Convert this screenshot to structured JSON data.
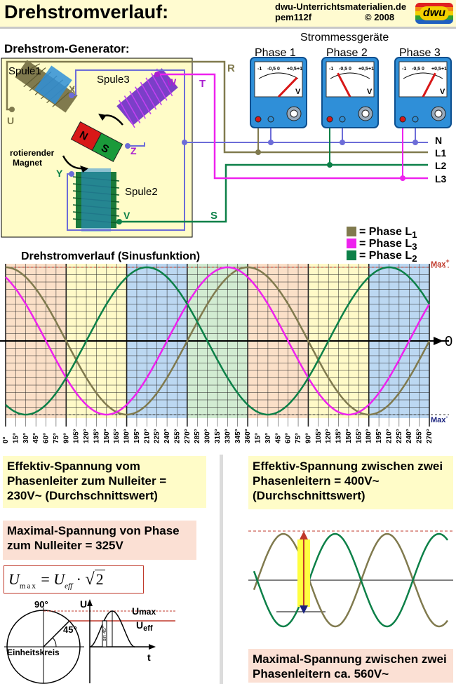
{
  "header": {
    "title": "Drehstromverlauf:",
    "site": "dwu-Unterrichtsmaterialien.de",
    "code": "pem112f",
    "copyright": "© 2008",
    "logo_text": "dwu"
  },
  "generator": {
    "title": "Drehstrom-Generator:",
    "coil1": "Spule1",
    "coil2": "Spule2",
    "coil3": "Spule3",
    "magnet_label": "rotierender Magnet",
    "magnet_n": "N",
    "magnet_s": "S",
    "terminals": {
      "U": "U",
      "X": "X",
      "V": "V",
      "Y": "Y",
      "W": "W",
      "Z": "Z"
    },
    "lines": {
      "R": "R",
      "S": "S",
      "T": "T"
    }
  },
  "meters": {
    "title": "Strommessgeräte",
    "phases": [
      "Phase 1",
      "Phase 2",
      "Phase 3"
    ],
    "scale": [
      "-1",
      "-0,5",
      "0",
      "+0,5",
      "+1"
    ],
    "unit": "V",
    "needle_values": [
      0.8,
      -0.5,
      0.5
    ]
  },
  "conductors": [
    "N",
    "L1",
    "L2",
    "L3"
  ],
  "legend": [
    {
      "label": "= Phase L",
      "sub": "1",
      "color": "#807a4e"
    },
    {
      "label": "= Phase L",
      "sub": "3",
      "color": "#ee22ee"
    },
    {
      "label": "= Phase L",
      "sub": "2",
      "color": "#0c8048"
    }
  ],
  "chart": {
    "title": "Drehstromverlauf (Sinusfunktion)",
    "max_plus": "Max",
    "max_plus_sup": "+",
    "max_minus": "Max",
    "max_minus_sup": "-",
    "zero": "0",
    "angle_labels": [
      "0°",
      "15°",
      "30°",
      "45°",
      "60°",
      "75°",
      "90°",
      "105°",
      "120°",
      "135°",
      "150°",
      "165°",
      "180°",
      "195°",
      "210°",
      "225°",
      "240°",
      "255°",
      "270°",
      "285°",
      "300°",
      "315°",
      "330°",
      "345°",
      "360°",
      "15°",
      "30°",
      "45°",
      "60°",
      "75°",
      "90°",
      "105°",
      "120°",
      "135°",
      "150°",
      "165°",
      "180°",
      "195°",
      "210°",
      "225°",
      "240°",
      "255°",
      "270°"
    ],
    "phase_offsets_deg": {
      "L1": 90,
      "L2": -120,
      "L3": 120
    }
  },
  "chart_data": {
    "type": "line",
    "x": [
      0,
      15,
      30,
      45,
      60,
      75,
      90,
      105,
      120,
      135,
      150,
      165,
      180,
      195,
      210,
      225,
      240,
      255,
      270,
      285,
      300,
      315,
      330,
      345,
      360,
      375,
      390,
      405,
      420,
      435,
      450,
      465,
      480,
      495,
      510,
      525,
      540,
      555,
      570,
      585,
      600,
      615,
      630
    ],
    "series": [
      {
        "name": "Phase L1",
        "function": "sin(x+90°)"
      },
      {
        "name": "Phase L2",
        "function": "sin(x-120°)"
      },
      {
        "name": "Phase L3",
        "function": "sin(x+120°)"
      }
    ]
  },
  "boxes": {
    "eff_phase": "Effektiv-Spannung vom Phasenleiter zum Nulleiter = 230V~ (Durchschnittswert)",
    "max_phase": "Maximal-Spannung von Phase zum Nulleiter = 325V",
    "eff_line": "Effektiv-Spannung zwischen zwei Phasenleitern = 400V~ (Durchschnittswert)",
    "max_line": "Maximal-Spannung zwischen zwei Phasenleitern ca. 560V~"
  },
  "formula": {
    "lhs": "U",
    "lhs_sub": "max",
    "eq": "=",
    "rhs": "U",
    "rhs_sub": "eff",
    "dot": "·",
    "sqrt": "2"
  },
  "unit_circle": {
    "label": "Einheitskreis",
    "angle90": "90°",
    "angle45": "45°",
    "u": "U",
    "t": "t",
    "umax": "U",
    "umax_sub": "max",
    "ueff": "U",
    "ueff_sub": "eff",
    "sin45": "sin 45°"
  }
}
